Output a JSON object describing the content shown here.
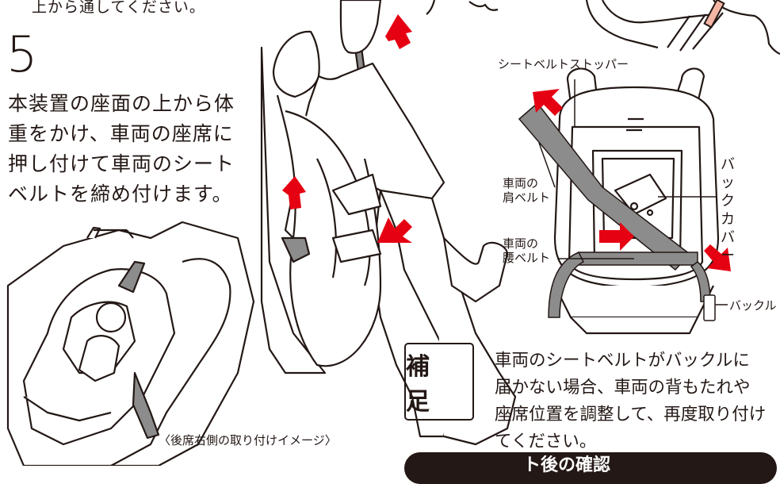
{
  "top_text": "上から通してください。",
  "step": {
    "number": "5",
    "lines": [
      "本装置の座面の上から体",
      "重をかけ、車両の座席に",
      "押し付けて車両のシート",
      "ベルトを締め付けます。"
    ]
  },
  "labels": {
    "seatbelt_stopper": "シートベルトストッパー",
    "shoulder_belt": [
      "車両の",
      "肩ベルト"
    ],
    "lap_belt": [
      "車両の",
      "腰ベルト"
    ],
    "back_cover": "バックカバー",
    "buckle": "バックル"
  },
  "caption": "〈後席右側の取り付けイメージ〉",
  "hosoku": {
    "badge": "補 足",
    "lines": [
      "車両のシートベルトがバックルに",
      "届かない場合、車両の背もたれや",
      "座席位置を調整して、再度取り付け",
      "てください。"
    ]
  },
  "bottom_bar_text": "ト後の確認",
  "colors": {
    "arrow": "#e50012",
    "belt_gray": "#8c8c8c",
    "ink": "#231815"
  }
}
